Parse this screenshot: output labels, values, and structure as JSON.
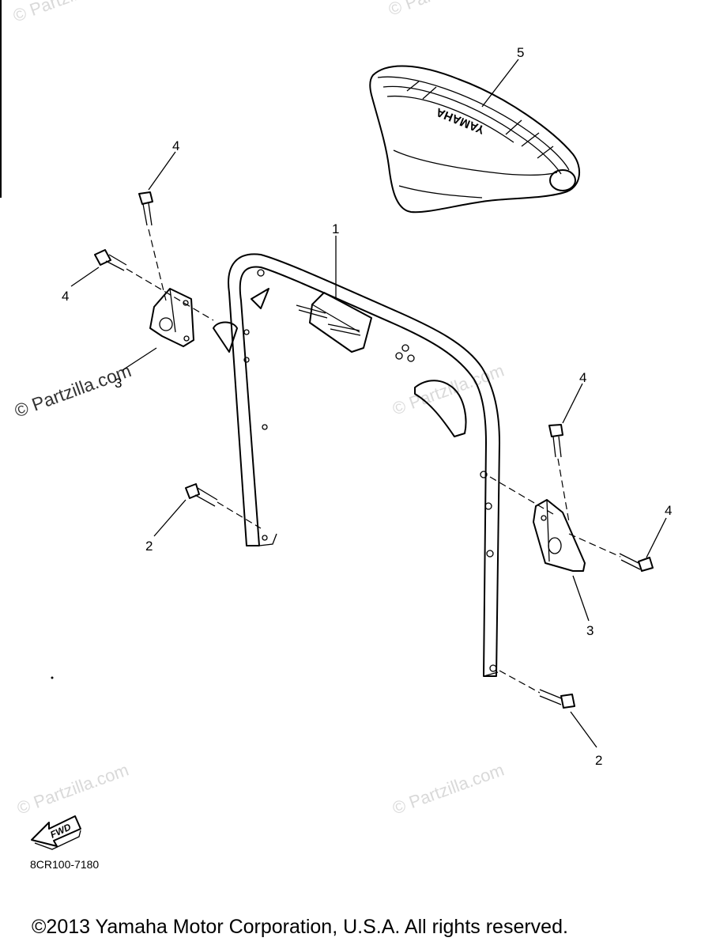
{
  "callouts": {
    "c1": "1",
    "c2a": "2",
    "c2b": "2",
    "c3a": "3",
    "c3b": "3",
    "c4a": "4",
    "c4b": "4",
    "c4c": "4",
    "c4d": "4",
    "c5": "5"
  },
  "seat_brand": "YAMAHA",
  "fwd_label": "FWD",
  "watermark_text": "© Partzilla.com",
  "diagram_code": "8CR100-7180",
  "copyright": "©2013  Yamaha Motor Corporation, U.S.A. All rights reserved."
}
